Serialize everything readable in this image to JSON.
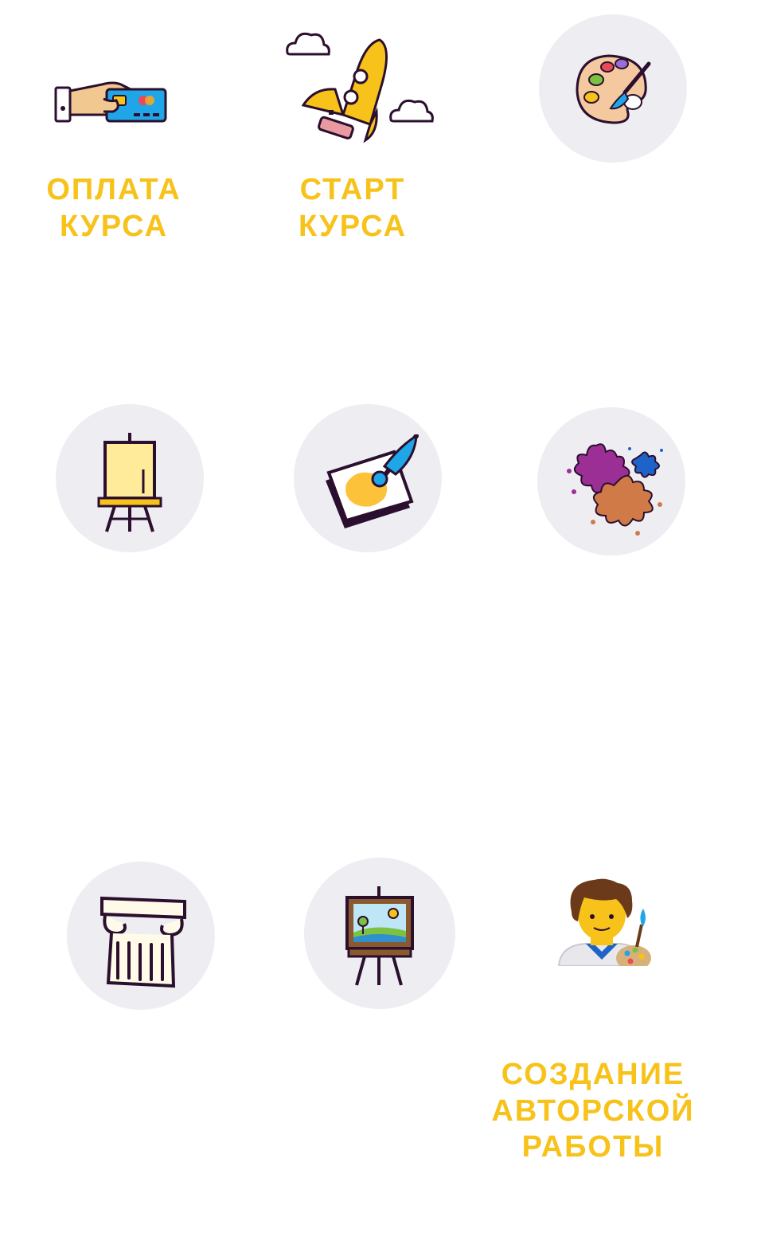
{
  "steps": [
    {
      "id": "payment",
      "icon": "credit-card-icon",
      "label_lines": [
        "ОПЛАТА",
        "КУРСА"
      ]
    },
    {
      "id": "start",
      "icon": "rocket-icon",
      "label_lines": [
        "СТАРТ",
        "КУРСА"
      ]
    },
    {
      "id": "palette",
      "icon": "palette-icon",
      "label_lines": []
    },
    {
      "id": "easel",
      "icon": "easel-icon",
      "label_lines": []
    },
    {
      "id": "painting",
      "icon": "brush-painting-icon",
      "label_lines": []
    },
    {
      "id": "splash",
      "icon": "paint-splash-icon",
      "label_lines": []
    },
    {
      "id": "column",
      "icon": "column-icon",
      "label_lines": []
    },
    {
      "id": "landscape",
      "icon": "easel-landscape-icon",
      "label_lines": []
    },
    {
      "id": "artist",
      "icon": "artist-icon",
      "label_lines": [
        "СОЗДАНИЕ",
        "АВТОРСКОЙ",
        "РАБОТЫ"
      ]
    }
  ],
  "colors": {
    "accent": "#f7c21a",
    "circle": "#eeedf2",
    "outline": "#2b0f2e"
  }
}
